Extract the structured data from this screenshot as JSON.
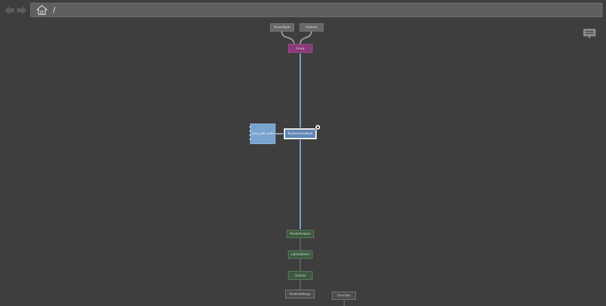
{
  "toolbar": {
    "path": "/"
  },
  "graph": {
    "nodes": {
      "top_left": "ViewerNode",
      "top_right": "Defaults",
      "merge": "Group",
      "input_node": "prim_path_node",
      "selected": "MyGeometryNode",
      "green1": "RenderOutputs",
      "green2": "LightsOptions",
      "green3": "Outputs",
      "bottom1": "RenderSettings",
      "bottom2": "Overrides"
    }
  },
  "colors": {
    "background": "#3e3e3e",
    "wire": "#7fa8d4",
    "purple_node": "#8a3a78",
    "green_node": "#3d5940",
    "blue_node": "#7aa3cf"
  }
}
